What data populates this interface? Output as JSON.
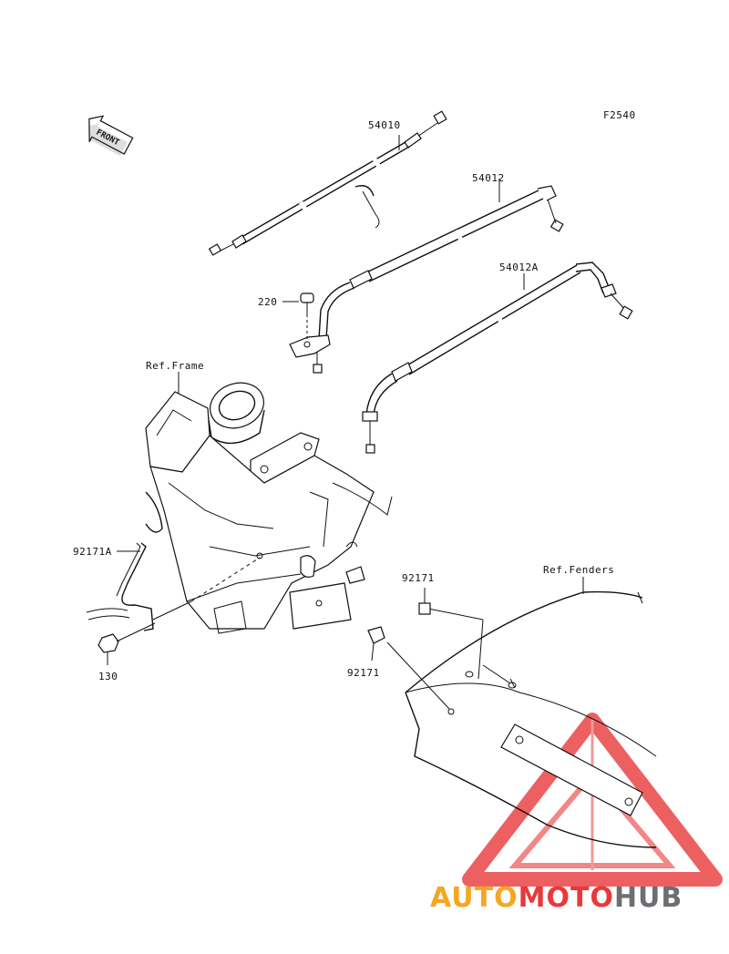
{
  "figure_code": "F2540",
  "front_arrow": "FRONT",
  "callouts": {
    "p54010": "54010",
    "p54012": "54012",
    "p54012a": "54012A",
    "p220": "220",
    "ref_frame": "Ref.Frame",
    "ref_fenders": "Ref.Fenders",
    "p92171a": "92171A",
    "p92171_top": "92171",
    "p92171_bottom": "92171",
    "p130": "130"
  },
  "watermark": {
    "part1": "AUTO",
    "part2": "MOTO",
    "part3": "HUB",
    "colors": {
      "orange": "#f5a623",
      "red": "#e8393a",
      "gray": "#6d6e71"
    }
  }
}
